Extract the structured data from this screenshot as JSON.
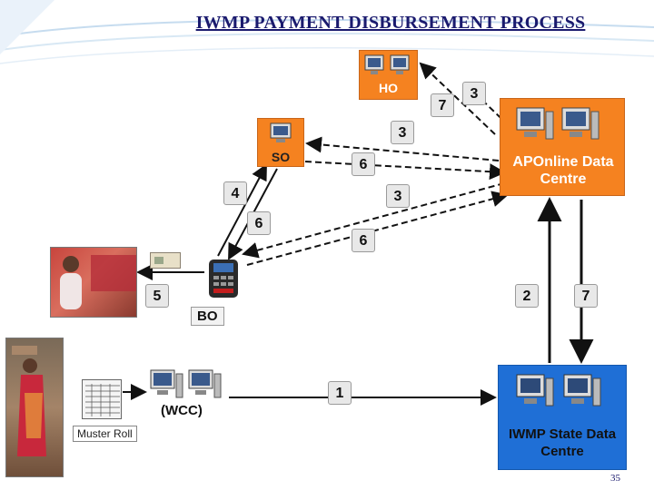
{
  "title": "IWMP PAYMENT DISBURSEMENT PROCESS",
  "nodes": {
    "ho": "HO",
    "so": "SO",
    "aponline": "APOnline Data Centre",
    "bo": "BO",
    "wcc": "(WCC)",
    "muster_roll": "Muster Roll",
    "state": "IWMP State Data Centre"
  },
  "badges": {
    "step7_top": "7",
    "step3_top": "3",
    "step3_mid": "3",
    "step6_upper": "6",
    "step4": "4",
    "step3_lower": "3",
    "step6_left": "6",
    "step6_lower": "6",
    "step5": "5",
    "step2": "2",
    "step7_right": "7",
    "step1": "1"
  },
  "page_number": "35",
  "colors": {
    "title": "#1a1a6e",
    "node_orange": "#f58220",
    "node_blue": "#1f6fd6"
  }
}
